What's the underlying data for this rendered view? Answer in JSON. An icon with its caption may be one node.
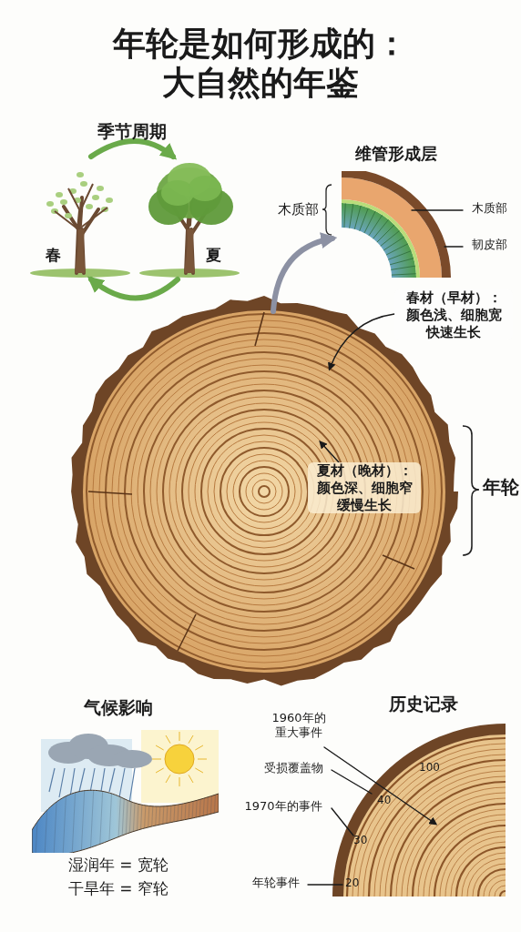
{
  "diagram": {
    "title": "年轮是如何形成的：大自然的年鉴",
    "nodes": [
      {
        "text": [
          "春"
        ]
      },
      {
        "text": [
          "夏"
        ]
      },
      {
        "text": [
          "维管形成层"
        ]
      },
      {
        "text": [
          "木质部"
        ]
      },
      {
        "text": [
          "韧皮部"
        ]
      },
      {
        "text": [],
        "shape": "picture"
      },
      {
        "text": [
          "春材（早材）：颜色浅、细胞宽快速生长"
        ]
      },
      {
        "text": [
          "夏材（晚材）：颜色深、细胞窄缓慢生长"
        ],
        "in": 5
      },
      {
        "text": [],
        "shape": "picture",
        "beside": [
          "历史记录"
        ]
      },
      {
        "text": [
          "1960年的重大事件"
        ]
      },
      {
        "text": [
          "受损覆盖物"
        ]
      },
      {
        "text": [
          "1970年的事件"
        ]
      },
      {
        "text": [
          "年轮事件"
        ]
      }
    ],
    "edges": [
      {
        "from": 0,
        "to": 1,
        "arrow": "to",
        "style": "thick",
        "color": "#6aaa4a"
      },
      {
        "from": 1,
        "to": 0,
        "arrow": "to",
        "style": "thick",
        "color": "#6aaa4a"
      },
      {
        "from": 5,
        "to": 2,
        "arrow": "to",
        "style": "thick",
        "color": "#8c91a3"
      },
      {
        "from": 3,
        "to": 2,
        "arrow": "none"
      },
      {
        "from": 4,
        "to": 2,
        "arrow": "none"
      },
      {
        "from": 6,
        "to": 5,
        "arrow": "to"
      },
      {
        "from": 7,
        "to": null,
        "arrow": "to"
      },
      {
        "from": 9,
        "to": 8,
        "arrow": "to"
      },
      {
        "from": 10,
        "to": 8,
        "arrow": "none"
      },
      {
        "from": 11,
        "to": 8,
        "arrow": "none"
      },
      {
        "from": 12,
        "to": 8,
        "arrow": "none"
      }
    ],
    "labels": [
      "季节周期",
      "木质部",
      "年轮",
      "气候影响",
      "湿润年 = 宽轮",
      "干旱年 = 窄轮",
      "100",
      "40",
      "30",
      "20"
    ]
  }
}
